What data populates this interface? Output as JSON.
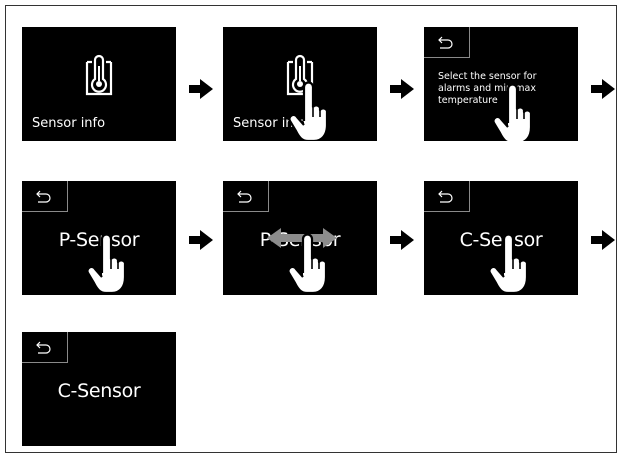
{
  "steps": [
    {
      "label": "Sensor info",
      "icon": "thermometer-icon"
    },
    {
      "label": "Sensor info",
      "icon": "thermometer-icon"
    },
    {
      "text": "Select the sensor for alarms and min/max temperature"
    },
    {
      "label": "P-Sensor"
    },
    {
      "label": "P-Sensor"
    },
    {
      "label": "C-Sensor"
    },
    {
      "label": "C-Sensor"
    }
  ],
  "icons": {
    "back": "back-arrow-icon",
    "next": "right-arrow-icon",
    "touch": "hand-tap-icon",
    "swipe": "swipe-left-right-icon"
  },
  "colors": {
    "screen": "#000000",
    "text": "#ffffff",
    "arrow": "#000000",
    "swipe": "#8c8c8c"
  }
}
